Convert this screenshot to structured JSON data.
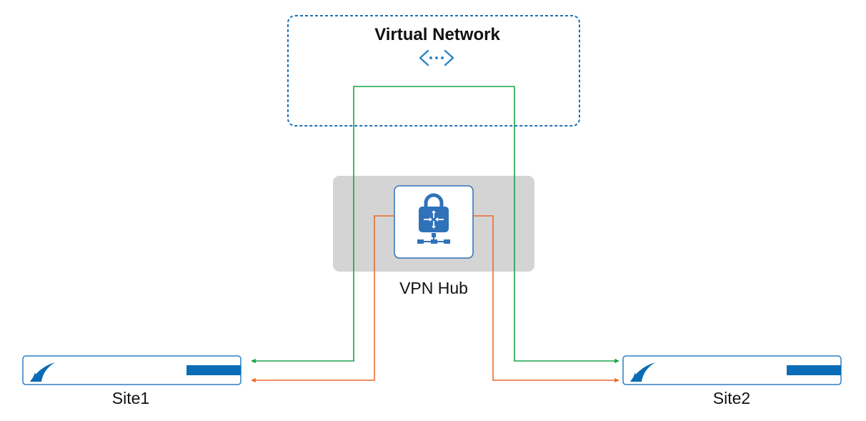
{
  "virtual_network": {
    "title": "Virtual Network",
    "icon": "virtual-network-icon",
    "border_color": "#1f6fb2"
  },
  "hub": {
    "label": "VPN Hub",
    "icon": "vpn-gateway-lock-icon",
    "panel_color": "#d4d4d4",
    "icon_color": "#2f72b9"
  },
  "sites": [
    {
      "label": "Site1",
      "icon": "barracuda-appliance-icon"
    },
    {
      "label": "Site2",
      "icon": "barracuda-appliance-icon"
    }
  ],
  "connections": [
    {
      "from": "Virtual Network",
      "to": "Site1",
      "color": "#1aa34a",
      "bidirectional": false
    },
    {
      "from": "Virtual Network",
      "to": "Site2",
      "color": "#1aa34a",
      "bidirectional": false
    },
    {
      "from": "VPN Hub",
      "to": "Site1",
      "color": "#ec6a2c",
      "bidirectional": true
    },
    {
      "from": "VPN Hub",
      "to": "Site2",
      "color": "#ec6a2c",
      "bidirectional": true
    }
  ],
  "colors": {
    "green": "#1aa34a",
    "orange": "#ec6a2c",
    "blue": "#1f6fb2",
    "appliance_bar": "#0a6cb6"
  }
}
